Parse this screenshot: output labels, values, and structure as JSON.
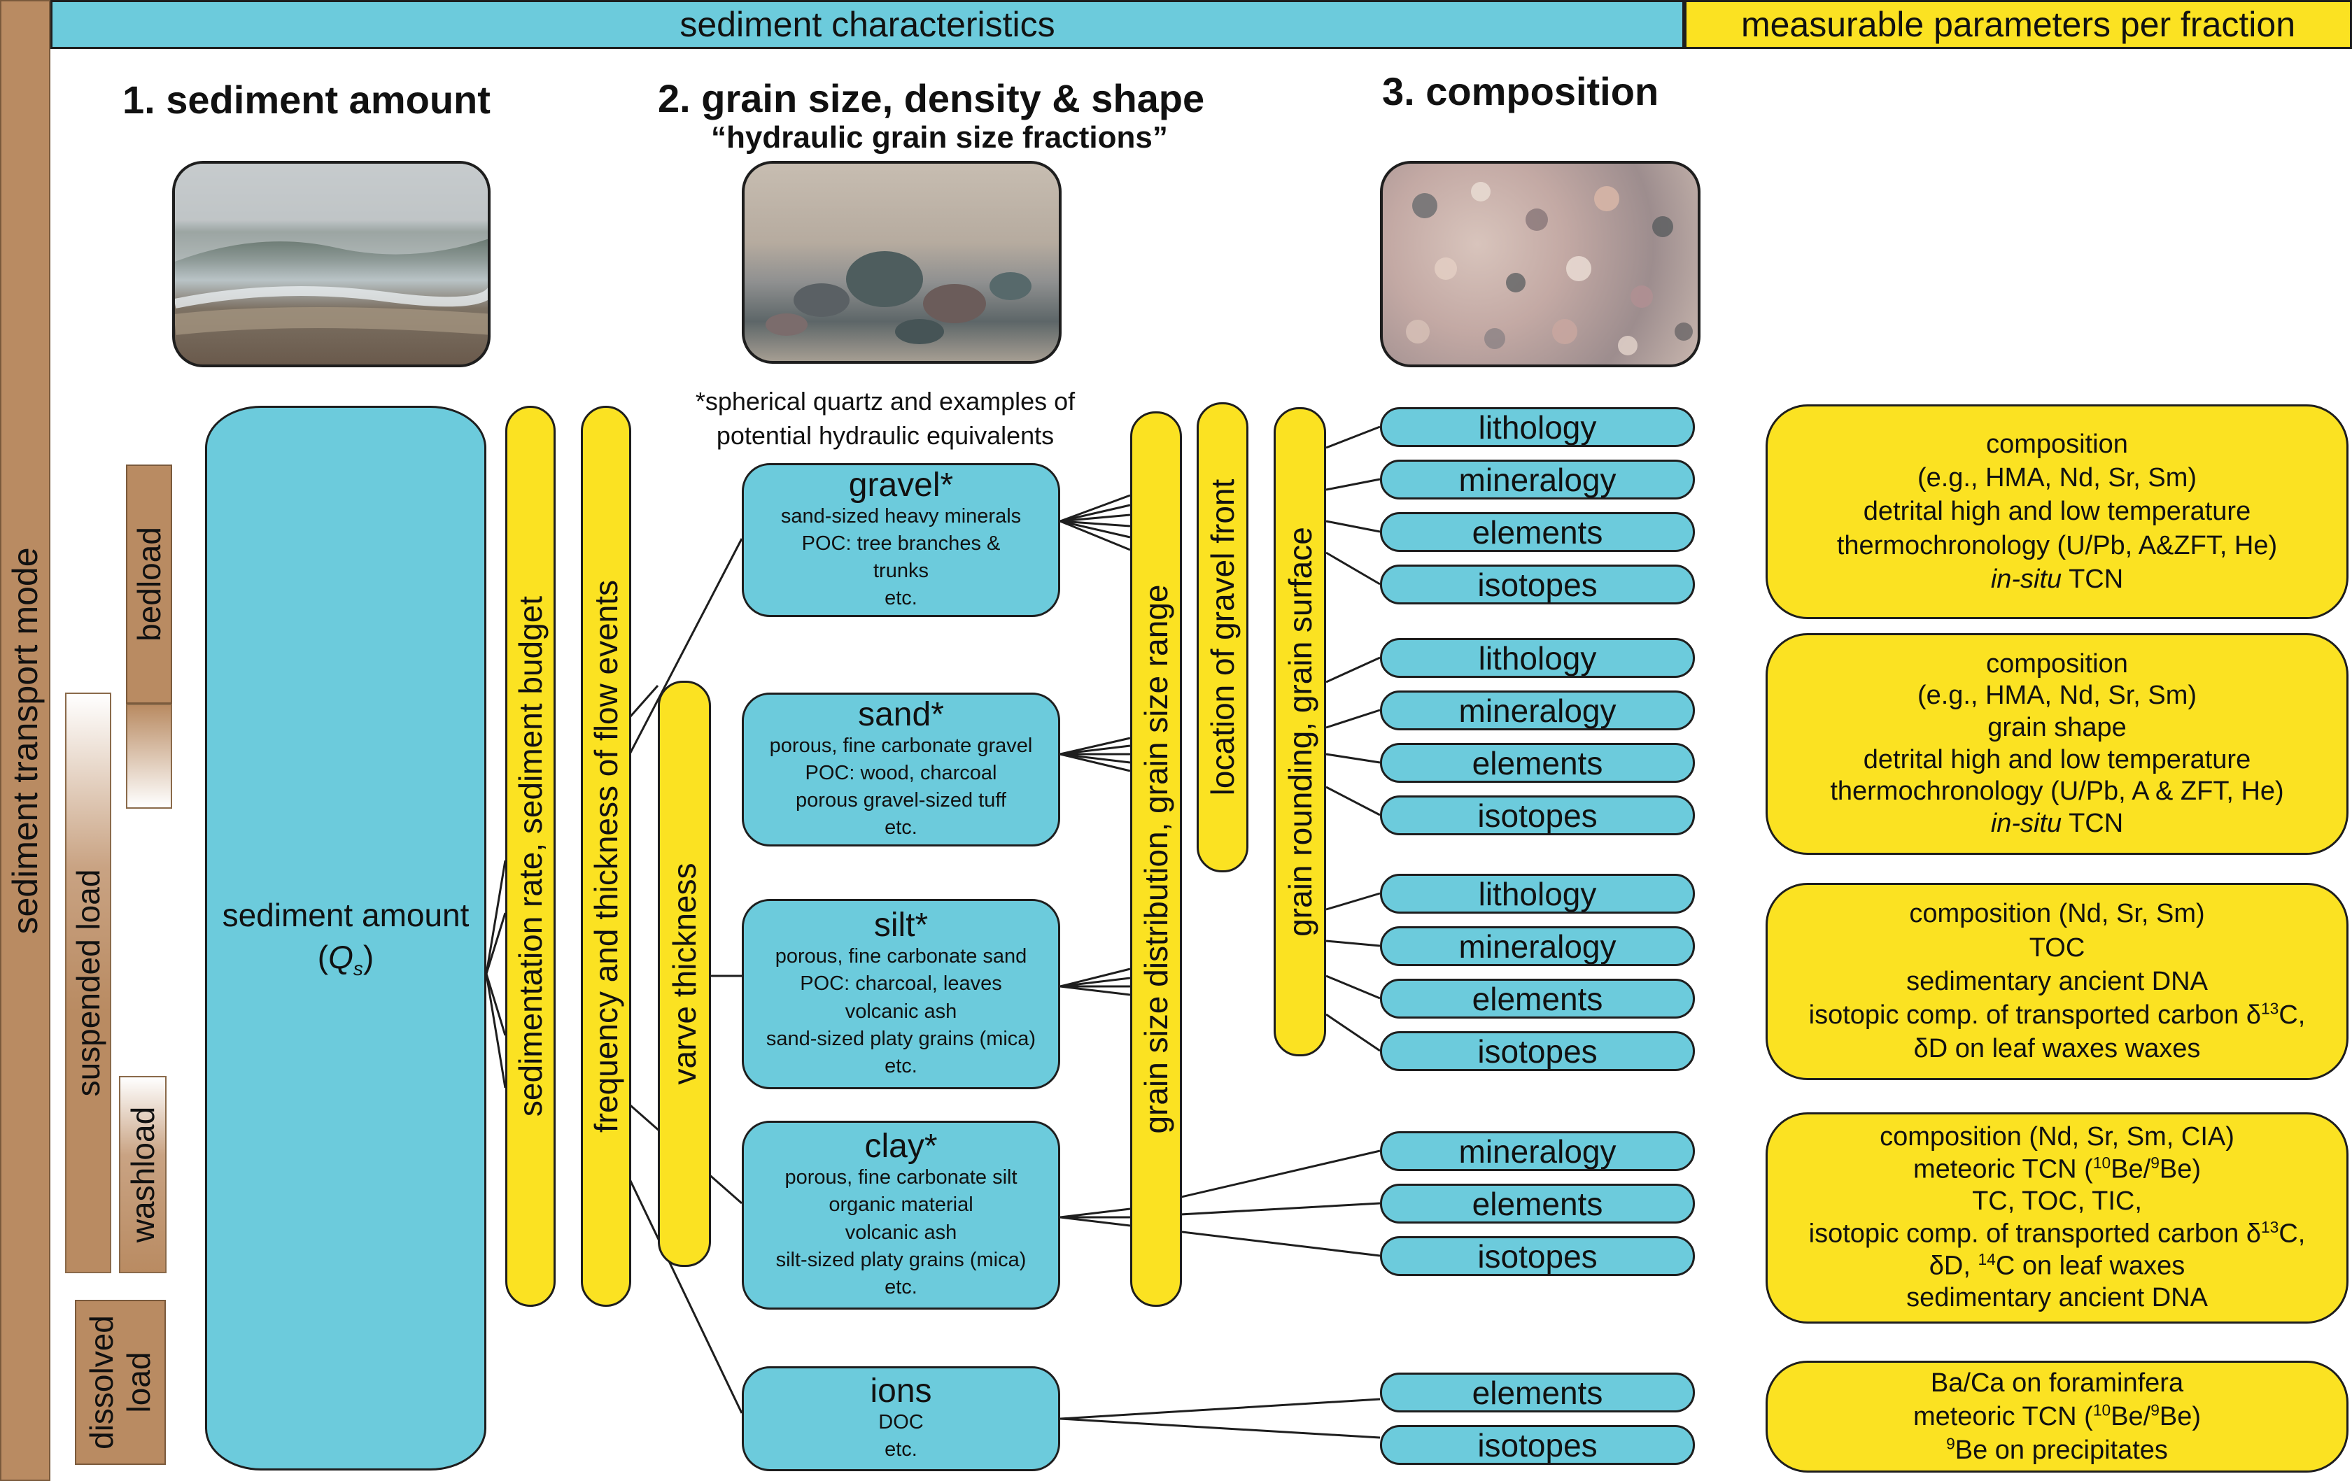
{
  "header": {
    "left": "sediment characteristics",
    "right": "measurable parameters per fraction"
  },
  "transport_mode": {
    "title": "sediment transport mode",
    "bedload": "bedload",
    "suspended": "suspended load",
    "washload": "washload",
    "dissolved": "dissolved load"
  },
  "headings": {
    "h1": "1. sediment amount",
    "h2": "2. grain size, density & shape",
    "h2_sub": "“hydraulic grain size fractions”",
    "h3": "3. composition"
  },
  "photos": {
    "river": "river-photo",
    "gravel": "gravel-photo",
    "sand": "sand-grains-photo"
  },
  "amount": {
    "label": "sediment amount",
    "symbol": "Q",
    "symbol_sub": "s"
  },
  "bars": {
    "rate": "sedimentation rate, sediment budget",
    "frequency": "frequency and thickness of flow events",
    "varve": "varve thickness",
    "distribution": "grain size distribution, grain size range",
    "front": "location of gravel front",
    "rounding": "grain rounding, grain surface"
  },
  "note": {
    "line1": "*spherical quartz and examples of",
    "line2": "potential hydraulic equivalents"
  },
  "fractions": [
    {
      "title": "gravel*",
      "lines": [
        "sand-sized heavy minerals",
        "POC: tree branches &",
        "trunks",
        "etc."
      ]
    },
    {
      "title": "sand*",
      "lines": [
        "porous, fine carbonate gravel",
        "POC: wood, charcoal",
        "porous gravel-sized tuff",
        "etc."
      ]
    },
    {
      "title": "silt*",
      "lines": [
        "porous, fine carbonate sand",
        "POC: charcoal, leaves",
        "volcanic ash",
        "sand-sized platy grains (mica)",
        "etc."
      ]
    },
    {
      "title": "clay*",
      "lines": [
        "porous, fine carbonate silt",
        "organic material",
        "volcanic ash",
        "silt-sized platy grains (mica)",
        "etc."
      ]
    },
    {
      "title": "ions",
      "lines": [
        "DOC",
        "etc."
      ]
    }
  ],
  "composition": {
    "lithology": "lithology",
    "mineralogy": "mineralogy",
    "elements": "elements",
    "isotopes": "isotopes"
  },
  "params": {
    "gravel": {
      "l1": "composition",
      "l2": "(e.g., HMA, Nd, Sr, Sm)",
      "l3": "detrital high and low temperature",
      "l4": "thermochronology (U/Pb, A&ZFT, He)",
      "l5a": "in-situ",
      "l5b": " TCN"
    },
    "sand": {
      "l1": "composition",
      "l2": "(e.g., HMA, Nd, Sr, Sm)",
      "l3": "grain shape",
      "l4": "detrital high and low temperature",
      "l5": "thermochronology (U/Pb, A & ZFT, He)",
      "l6a": "in-situ",
      "l6b": " TCN"
    },
    "silt": {
      "l1": "composition (Nd, Sr, Sm)",
      "l2": "TOC",
      "l3": "sedimentary ancient DNA",
      "l4a": "isotopic comp. of transported carbon δ",
      "l4sup": "13",
      "l4b": "C,",
      "l5": "δD on leaf waxes waxes"
    },
    "clay": {
      "l1": "composition (Nd, Sr, Sm, CIA)",
      "l2a": "meteoric TCN (",
      "l2sup1": "10",
      "l2b": "Be/",
      "l2sup2": "9",
      "l2c": "Be)",
      "l3": "TC, TOC, TIC,",
      "l4a": "isotopic comp. of transported carbon δ",
      "l4sup": "13",
      "l4b": "C,",
      "l5a": "δD, ",
      "l5sup": "14",
      "l5b": "C on leaf waxes",
      "l6": "sedimentary ancient DNA"
    },
    "ions": {
      "l1": "Ba/Ca on foraminfera",
      "l2a": "meteoric TCN (",
      "l2sup1": "10",
      "l2b": "Be/",
      "l2sup2": "9",
      "l2c": "Be)",
      "l3sup": "9",
      "l3b": "Be on precipitates"
    }
  }
}
